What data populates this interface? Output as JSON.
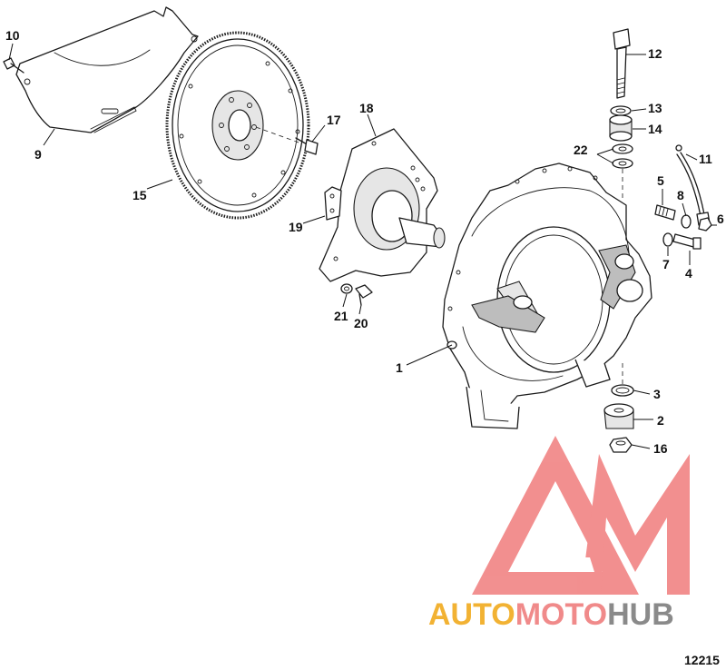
{
  "diagram": {
    "figure_number": "12215",
    "callouts": [
      "1",
      "2",
      "3",
      "4",
      "5",
      "6",
      "7",
      "8",
      "9",
      "10",
      "11",
      "12",
      "13",
      "14",
      "15",
      "16",
      "17",
      "18",
      "19",
      "20",
      "21",
      "22"
    ]
  },
  "watermark": {
    "part1": "AUTO",
    "part2": "MOTO",
    "part3": "HUB",
    "color_orange": "#f2b233",
    "color_pink": "#f08a8a",
    "color_gray": "#8a8a8a",
    "logo_color": "#f07c7c"
  }
}
